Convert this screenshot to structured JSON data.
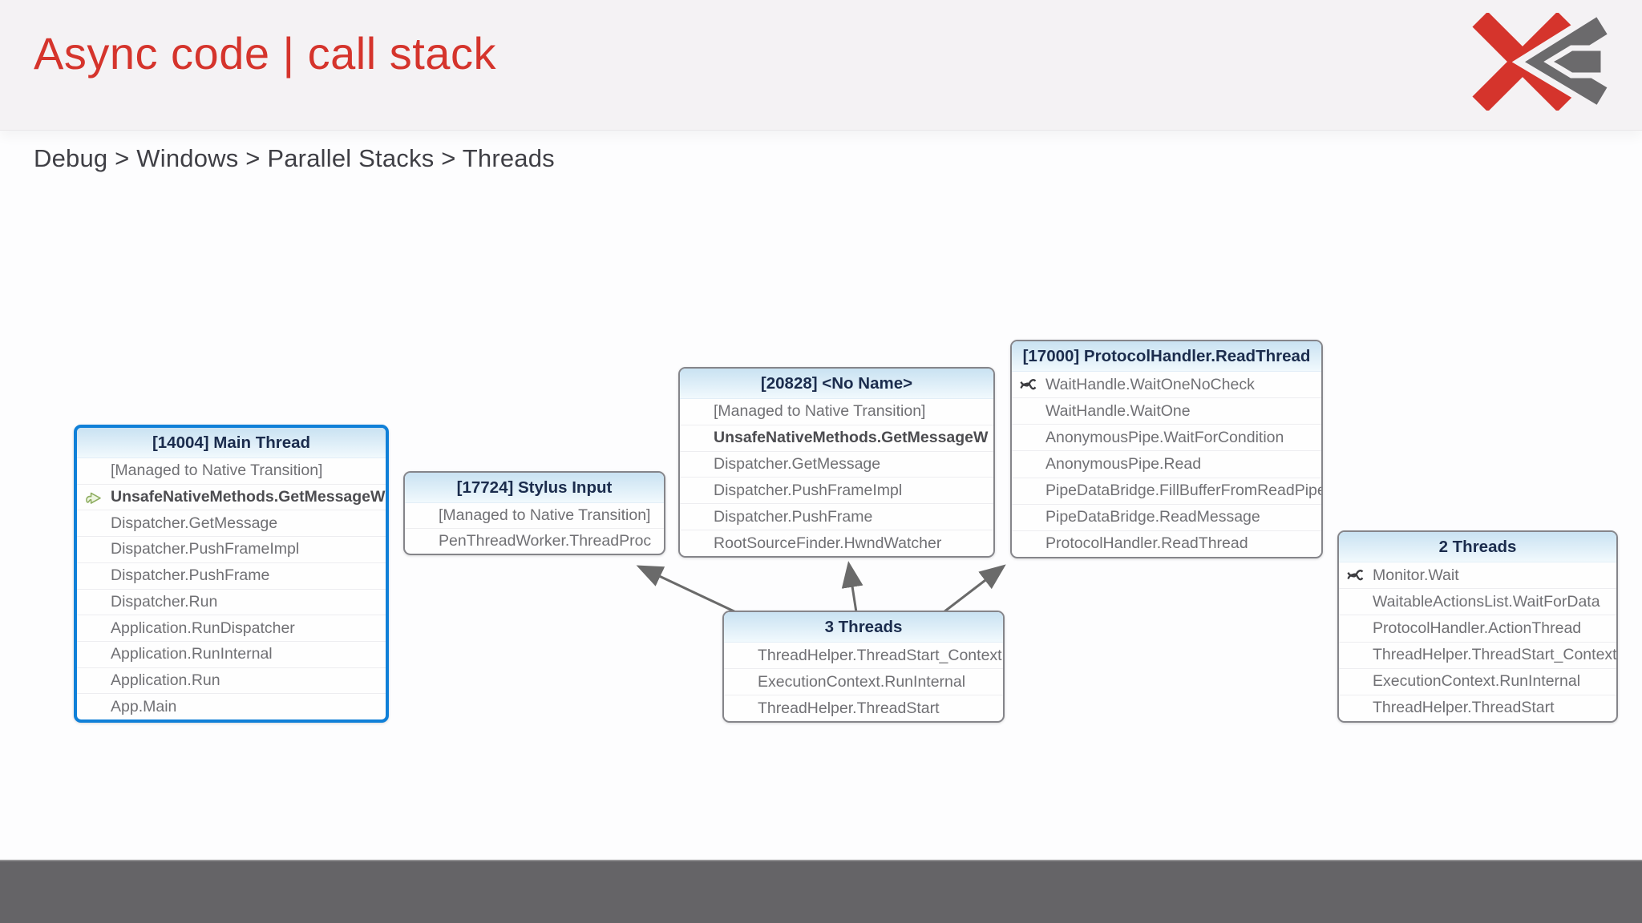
{
  "slide": {
    "title": "Async code | call stack",
    "breadcrumb": "Debug > Windows > Parallel Stacks > Threads"
  },
  "colors": {
    "accent_red": "#d5342c",
    "logo_gray": "#6b6a6c",
    "highlight_blue": "#1080d8",
    "box_border_gray": "#85858a",
    "arrow_gray": "#6a6a6a",
    "footer_gray": "#656467",
    "header_band": "#f4f2f4",
    "box_header_blue": "#c9e2f2"
  },
  "diagram": {
    "boxes": [
      {
        "id": "main-thread",
        "title": "[14004] Main Thread",
        "highlighted": true,
        "frames": [
          {
            "label": "[Managed to Native Transition]"
          },
          {
            "label": "UnsafeNativeMethods.GetMessageW",
            "bold": true,
            "icon": "current-frame-icon"
          },
          {
            "label": "Dispatcher.GetMessage"
          },
          {
            "label": "Dispatcher.PushFrameImpl"
          },
          {
            "label": "Dispatcher.PushFrame"
          },
          {
            "label": "Dispatcher.Run"
          },
          {
            "label": "Application.RunDispatcher"
          },
          {
            "label": "Application.RunInternal"
          },
          {
            "label": "Application.Run"
          },
          {
            "label": "App.Main"
          }
        ]
      },
      {
        "id": "stylus-input",
        "title": "[17724] Stylus Input",
        "highlighted": false,
        "frames": [
          {
            "label": "[Managed to Native Transition]"
          },
          {
            "label": "PenThreadWorker.ThreadProc"
          }
        ]
      },
      {
        "id": "no-name",
        "title": "[20828] <No Name>",
        "highlighted": false,
        "frames": [
          {
            "label": "[Managed to Native Transition]"
          },
          {
            "label": "UnsafeNativeMethods.GetMessageW",
            "bold": true
          },
          {
            "label": "Dispatcher.GetMessage"
          },
          {
            "label": "Dispatcher.PushFrameImpl"
          },
          {
            "label": "Dispatcher.PushFrame"
          },
          {
            "label": "RootSourceFinder.HwndWatcher"
          }
        ]
      },
      {
        "id": "protocol-read-thread",
        "title": "[17000] ProtocolHandler.ReadThread",
        "highlighted": false,
        "frames": [
          {
            "label": "WaitHandle.WaitOneNoCheck",
            "icon": "threads-icon"
          },
          {
            "label": "WaitHandle.WaitOne"
          },
          {
            "label": "AnonymousPipe.WaitForCondition"
          },
          {
            "label": "AnonymousPipe.Read"
          },
          {
            "label": "PipeDataBridge.FillBufferFromReadPipe"
          },
          {
            "label": "PipeDataBridge.ReadMessage"
          },
          {
            "label": "ProtocolHandler.ReadThread"
          }
        ]
      },
      {
        "id": "three-threads",
        "title": "3 Threads",
        "highlighted": false,
        "frames": [
          {
            "label": "ThreadHelper.ThreadStart_Context"
          },
          {
            "label": "ExecutionContext.RunInternal"
          },
          {
            "label": "ThreadHelper.ThreadStart"
          }
        ]
      },
      {
        "id": "two-threads",
        "title": "2 Threads",
        "highlighted": false,
        "frames": [
          {
            "label": "Monitor.Wait",
            "icon": "threads-icon"
          },
          {
            "label": "WaitableActionsList.WaitForData"
          },
          {
            "label": "ProtocolHandler.ActionThread"
          },
          {
            "label": "ThreadHelper.ThreadStart_Context"
          },
          {
            "label": "ExecutionContext.RunInternal"
          },
          {
            "label": "ThreadHelper.ThreadStart"
          }
        ]
      }
    ]
  }
}
